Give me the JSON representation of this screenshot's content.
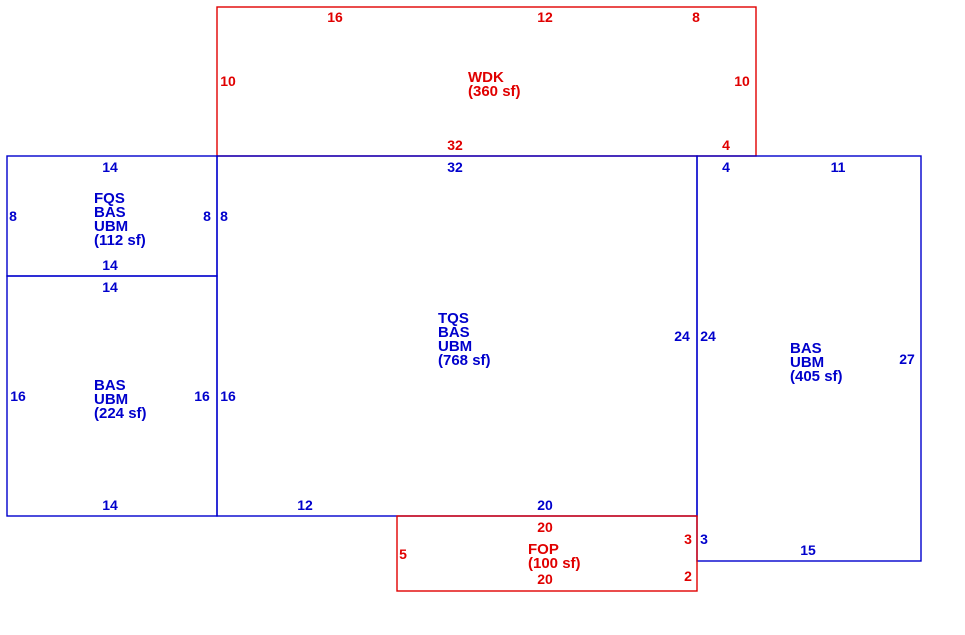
{
  "colors": {
    "blue": "#0000cc",
    "red": "#e00000"
  },
  "areas": {
    "wdk": {
      "lines": [
        "WDK",
        "(360 sf)"
      ],
      "color": "red"
    },
    "fqs": {
      "lines": [
        "FQS",
        "BAS",
        "UBM",
        "(112 sf)"
      ],
      "color": "blue"
    },
    "bas_left": {
      "lines": [
        "BAS",
        "UBM",
        "(224 sf)"
      ],
      "color": "blue"
    },
    "tqs": {
      "lines": [
        "TQS",
        "BAS",
        "UBM",
        "(768 sf)"
      ],
      "color": "blue"
    },
    "bas_right": {
      "lines": [
        "BAS",
        "UBM",
        "(405 sf)"
      ],
      "color": "blue"
    },
    "fop": {
      "lines": [
        "FOP",
        "(100 sf)"
      ],
      "color": "red"
    }
  },
  "dimensions": {
    "wdk_top_1": "16",
    "wdk_top_2": "12",
    "wdk_top_3": "8",
    "wdk_left": "10",
    "wdk_right": "10",
    "wdk_bottom_1": "32",
    "wdk_bottom_2": "4",
    "fqs_top": "14",
    "fqs_left": "8",
    "fqs_right": "8",
    "fqs_bottom": "14",
    "bas_left_top": "14",
    "bas_left_left": "16",
    "bas_left_right": "16",
    "bas_left_bottom": "14",
    "tqs_top": "32",
    "tqs_left_1": "8",
    "tqs_left_2": "16",
    "tqs_right": "24",
    "tqs_bottom_1": "12",
    "tqs_bottom_2": "20",
    "bas_right_top_1": "4",
    "bas_right_top_2": "11",
    "bas_right_left_1": "24",
    "bas_right_left_2": "3",
    "bas_right_right": "27",
    "bas_right_bottom": "15",
    "fop_top": "20",
    "fop_left": "5",
    "fop_right_1": "3",
    "fop_right_2": "2",
    "fop_bottom": "20"
  }
}
